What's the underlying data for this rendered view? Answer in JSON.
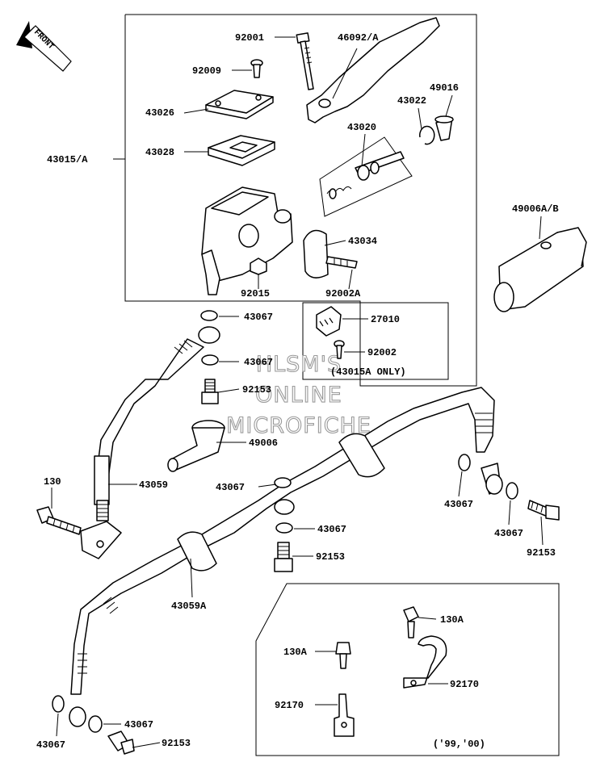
{
  "diagram": {
    "front_label": "FRONT",
    "watermark": [
      "HLSM'S",
      "ONLINE",
      "MICROFICHE"
    ],
    "note_43015a": "(43015A ONLY)",
    "note_years": "('99,'00)",
    "part_numbers": {
      "p92001": "92001",
      "p46092A": "46092/A",
      "p92009": "92009",
      "p49016": "49016",
      "p43026": "43026",
      "p43022": "43022",
      "p43020": "43020",
      "p43015A": "43015/A",
      "p43028": "43028",
      "p49006AB": "49006A/B",
      "p43034": "43034",
      "p92015": "92015",
      "p92002A": "92002A",
      "p43067_a": "43067",
      "p27010": "27010",
      "p43067_b": "43067",
      "p92002": "92002",
      "p92153_a": "92153",
      "p49006": "49006",
      "p130": "130",
      "p43059": "43059",
      "p43067_c": "43067",
      "p43067_d": "43067",
      "p43067_e": "43067",
      "p43067_f": "43067",
      "p92153_b": "92153",
      "p92153_c": "92153",
      "p43059A": "43059A",
      "p130A_a": "130A",
      "p130A_b": "130A",
      "p92170_a": "92170",
      "p92170_b": "92170",
      "p43067_g": "43067",
      "p43067_h": "43067",
      "p92153_d": "92153"
    }
  }
}
